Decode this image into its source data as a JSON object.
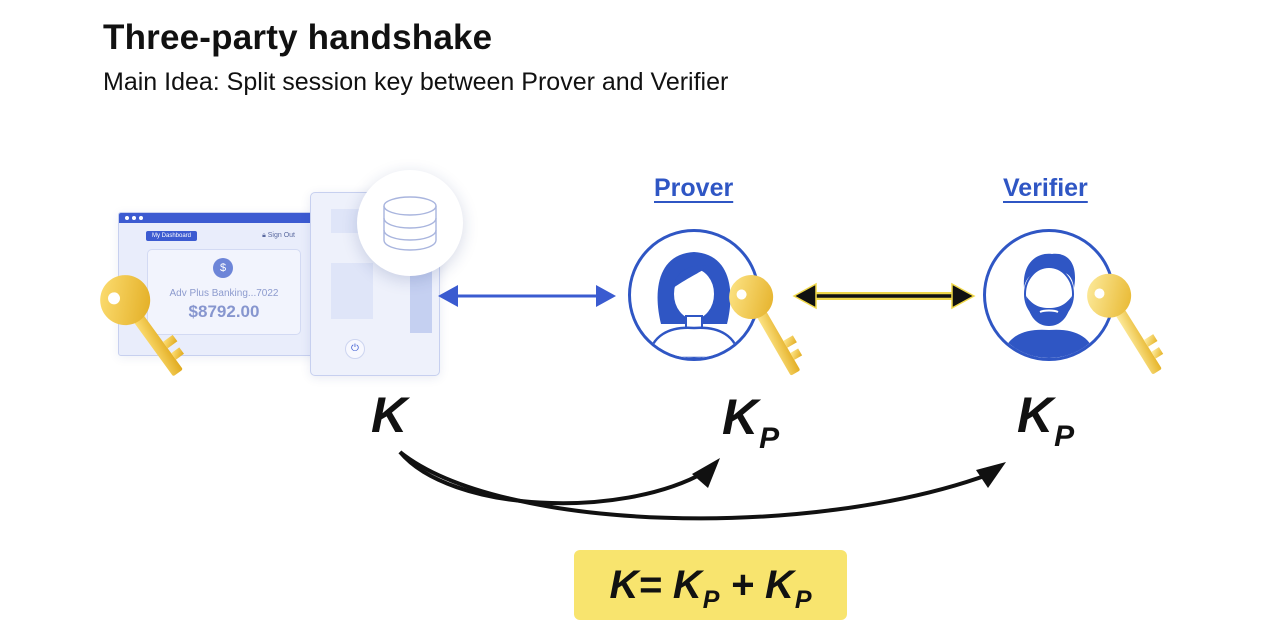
{
  "header": {
    "title": "Three-party handshake",
    "subtitle": "Main Idea: Split session key between Prover and Verifier"
  },
  "server": {
    "dashboard_pill": "My Dashboard",
    "sign_out": "Sign Out",
    "coin_symbol": "$",
    "account": "Adv Plus Banking...7022",
    "balance": "$8792.00",
    "key_label": "K",
    "icons": [
      "database-icon",
      "power-icon",
      "lock-icon",
      "key-icon"
    ]
  },
  "prover": {
    "label": "Prover",
    "key_label": "K",
    "key_subscript": "P",
    "icons": [
      "woman-avatar-icon",
      "key-icon"
    ]
  },
  "verifier": {
    "label": "Verifier",
    "key_label": "K",
    "key_subscript": "P",
    "icons": [
      "bearded-man-avatar-icon",
      "key-icon"
    ]
  },
  "formula": {
    "k": "K",
    "eq": "= ",
    "k1": "K",
    "k1_sub": "P",
    "plus": " + ",
    "k2": "K",
    "k2_sub": "P"
  },
  "colors": {
    "accent_blue": "#2f56c4",
    "formula_bg": "#f8e46e",
    "key_gold": "#f2c531",
    "arrow_highlight": "#f0d84a",
    "text": "#111111"
  }
}
